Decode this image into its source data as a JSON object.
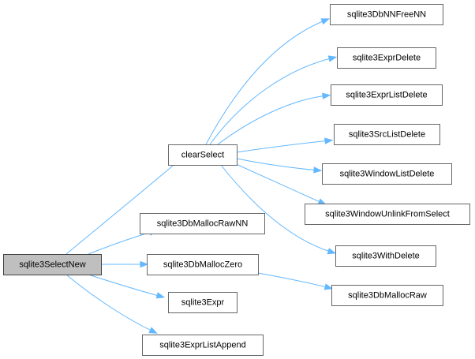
{
  "graph": {
    "nodes": [
      {
        "id": "n0",
        "label": "sqlite3SelectNew",
        "focus": true
      },
      {
        "id": "n1",
        "label": "clearSelect"
      },
      {
        "id": "n2",
        "label": "sqlite3DbMallocRawNN"
      },
      {
        "id": "n3",
        "label": "sqlite3DbMallocZero"
      },
      {
        "id": "n4",
        "label": "sqlite3Expr"
      },
      {
        "id": "n5",
        "label": "sqlite3ExprListAppend"
      },
      {
        "id": "n6",
        "label": "sqlite3DbNNFreeNN"
      },
      {
        "id": "n7",
        "label": "sqlite3ExprDelete"
      },
      {
        "id": "n8",
        "label": "sqlite3ExprListDelete"
      },
      {
        "id": "n9",
        "label": "sqlite3SrcListDelete"
      },
      {
        "id": "n10",
        "label": "sqlite3WindowListDelete"
      },
      {
        "id": "n11",
        "label": "sqlite3WindowUnlinkFromSelect"
      },
      {
        "id": "n12",
        "label": "sqlite3WithDelete"
      },
      {
        "id": "n13",
        "label": "sqlite3DbMallocRaw"
      }
    ],
    "edges": [
      {
        "from": "n0",
        "to": "n1"
      },
      {
        "from": "n0",
        "to": "n2"
      },
      {
        "from": "n0",
        "to": "n3"
      },
      {
        "from": "n0",
        "to": "n4"
      },
      {
        "from": "n0",
        "to": "n5"
      },
      {
        "from": "n1",
        "to": "n6"
      },
      {
        "from": "n1",
        "to": "n7"
      },
      {
        "from": "n1",
        "to": "n8"
      },
      {
        "from": "n1",
        "to": "n9"
      },
      {
        "from": "n1",
        "to": "n10"
      },
      {
        "from": "n1",
        "to": "n11"
      },
      {
        "from": "n1",
        "to": "n12"
      },
      {
        "from": "n3",
        "to": "n13"
      }
    ]
  }
}
